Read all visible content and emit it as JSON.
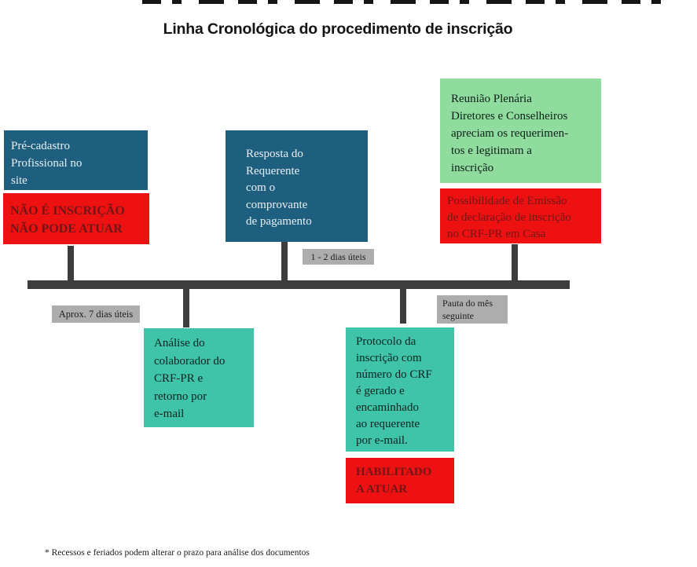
{
  "title": "Linha Cronológica do procedimento de inscrição",
  "footnote": "* Recessos e feriados podem alterar o prazo para análise dos documentos",
  "colors": {
    "blue_box": "#1e5f80",
    "green_box": "#8fdc9e",
    "teal_box": "#3fc3a9",
    "red_box": "#ed1111",
    "red_box_text": "#731518",
    "gray_label": "#adadad",
    "timeline": "#3d3d3d"
  },
  "boxes": {
    "pre_cadastro": {
      "lines": [
        "Pré-cadastro",
        "Profissional no",
        "site"
      ]
    },
    "nao_inscricao": {
      "lines": [
        "NÃO É INSCRIÇÃO",
        "NÃO PODE ATUAR"
      ]
    },
    "resposta": {
      "lines": [
        "Resposta do",
        "Requerente",
        "com o",
        "comprovante",
        "de pagamento"
      ]
    },
    "reuniao": {
      "lines": [
        "Reunião Plenária",
        "Diretores e Conselheiros",
        "apreciam os requerimen-",
        "tos e legitimam a",
        "inscrição"
      ]
    },
    "possibilidade": {
      "lines": [
        "Possibilidade de Emissão",
        "de declaração de inscrição",
        "no CRF-PR em Casa"
      ]
    },
    "analise": {
      "lines": [
        "Análise do",
        "colaborador do",
        "CRF-PR e",
        "retorno por",
        "e-mail"
      ]
    },
    "protocolo": {
      "lines": [
        "Protocolo da",
        "inscrição com",
        "número do CRF",
        "é gerado e",
        "encaminhado",
        "ao requerente",
        "por e-mail."
      ]
    },
    "habilitado": {
      "lines": [
        "HABILITADO",
        "A ATUAR"
      ]
    }
  },
  "labels": {
    "dias_1_2": "1 - 2 dias úteis",
    "aprox_7": "Aprox. 7 dias úteis",
    "pauta": {
      "lines": [
        "Pauta do mês",
        "seguinte"
      ]
    }
  }
}
